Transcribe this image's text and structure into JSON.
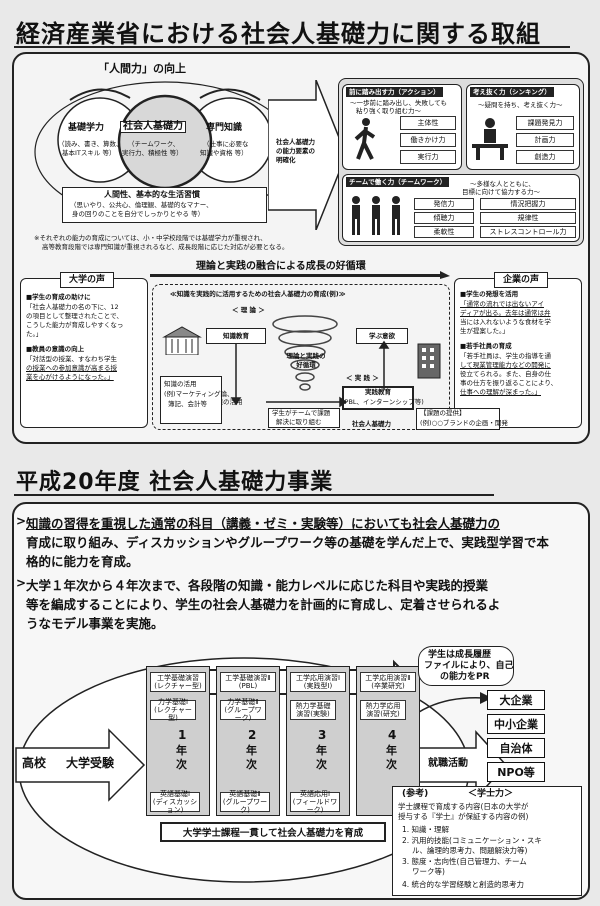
{
  "top": {
    "title": "経済産業省における社会人基礎力に関する取組",
    "ningenryoku": "「人間力」の向上",
    "circle_left": {
      "label": "基礎学力",
      "sub1": "（読み、書き、算数、",
      "sub2": "基本ITスキル 等）"
    },
    "circle_center": {
      "label": "社会人基礎力",
      "sub1": "（チームワーク、",
      "sub2": "実行力、積極性 等）"
    },
    "circle_right": {
      "label": "専門知識",
      "sub1": "（仕事に必要な",
      "sub2": "知識や資格 等）"
    },
    "habit": {
      "label": "人間性、基本的な生活習慣",
      "sub1": "（思いやり、公共心、倫理観、基礎的なマナー、",
      "sub2": "身の回りのことを自分でしっかりとやる 等）"
    },
    "note1": "※それぞれの能力の育成については、小・中学校段階では基礎学力が重視され、",
    "note2": "高等教育段階では専門知識が重視されるなど、成長段階に応じた対応が必要となる。",
    "arrow_text1": "社会人基礎力",
    "arrow_text2": "の能力要素の",
    "arrow_text3": "明確化",
    "action": {
      "head": "前に踏み出す力（アクション）",
      "desc1": "～一歩前に踏み出し、失敗しても",
      "desc2": "粘り強く取り組む力～",
      "items": [
        "主体性",
        "働きかけ力",
        "実行力"
      ]
    },
    "thinking": {
      "head": "考え抜く力（シンキング）",
      "desc": "～疑問を持ち、考え抜く力～",
      "items": [
        "課題発見力",
        "計画力",
        "創造力"
      ]
    },
    "team": {
      "head": "チームで働く力（チームワーク）",
      "desc1": "～多様な人とともに、",
      "desc2": "目標に向けて協力する力～",
      "items": [
        "発信力",
        "傾聴力",
        "柔軟性",
        "情況把握力",
        "規律性",
        "ストレスコントロール力"
      ]
    },
    "cycle_title": "理論と実践の融合による成長の好循環",
    "daigaku": {
      "head": "大学の声",
      "p1_head": "■学生の育成の助けに",
      "p1_l1": "「社会人基礎力の名の下に、12",
      "p1_l2": "の項目として整理されたことで、",
      "p1_l3": "こうした能力が育成しやすくなっ",
      "p1_l4": "た。」",
      "p2_head": "■教員の意識の向上",
      "p2_l1": "「対話型の授業、すなわち学生",
      "p2_l2": "の授業への参加意識が高まる授",
      "p2_l3": "業を心がけるようになった。」"
    },
    "kigyo": {
      "head": "企業の声",
      "p1_head": "■学生の発想を活用",
      "p1_l1": "「通常の流れでは出ないアイ",
      "p1_l2": "ディアが出る。去年は通常は弁",
      "p1_l3": "当には入れないような食材を学",
      "p1_l4": "生が提案した。」",
      "p2_head": "■若手社員の育成",
      "p2_l1": "「若手社員は、学生の指導を通",
      "p2_l2": "して現業管理能力などの開発に",
      "p2_l3": "役立てられる。また、自身の仕",
      "p2_l4": "事の仕方を振り返ることにより、",
      "p2_l5": "仕事への理解が深まった。」"
    },
    "example": {
      "head": "≪知識を実践的に活用するための社会人基礎力の育成(例)≫",
      "riron": "＜ 理 論 ＞",
      "jissen": "＜ 実 践 ＞",
      "chishiki_kyoiku": "知識教育",
      "manabu_iyoku": "学ぶ意欲",
      "vortex1": "理論と実践の",
      "vortex2": "好循環",
      "chishiki_katsuyo": "知識の活用",
      "rei1": "知識の活用",
      "rei2": "(例)マーケティング論、",
      "rei3": "簿記、会計等",
      "team_task1": "学生がチームで課題",
      "team_task2": "解決に取り組む",
      "jissen_kyoiku1": "実践教育",
      "jissen_kyoiku2": "(PBL、インターンシップ等)",
      "shakaijin": "社会人基礎力",
      "kadai1": "【課題の提供】",
      "kadai2": "(例)○○ブランドの企画・開発"
    }
  },
  "bottom": {
    "title": "平成20年度 社会人基礎力事業",
    "bullet1_a": "知識の習得を重視した通常の科目（講義・ゼミ・実験等）においても社会人基礎力の",
    "bullet1_b": "育成に取り組み、ディスカッションやグループワーク等の基礎を学んだ上で、実践型学習で本",
    "bullet1_c": "格的に能力を育成。",
    "bullet2_a": "大学１年次から４年次まで、各段階の知識・能力レベルに応じた科目や実践的授業",
    "bullet2_b": "等を編成することにより、学生の社会人基礎力を計画的に育成し、定着させられるよ",
    "bullet2_c": "うなモデル事業を実施。",
    "koko": "高校",
    "juken": "大学受験",
    "years": [
      {
        "top1": "工学基礎演習",
        "top1b": "(レクチャー型)",
        "top2": "工学基礎演習Ⅱ",
        "top2b": "(PBL)",
        "n": "1",
        "k1": "年",
        "k2": "次",
        "bot": "英語基礎Ⅰ",
        "botb": "(ディスカッション)",
        "kiso": "力学基礎Ⅰ",
        "kisob": "(レクチャー型)"
      },
      {
        "n": "2",
        "k1": "年",
        "k2": "次",
        "kiso": "力学基礎Ⅱ",
        "kisob": "(グループワーク)",
        "bot": "英語基礎Ⅱ",
        "botb": "(グループワーク)"
      },
      {
        "top1": "工学応用演習Ⅰ",
        "top1b": "(実践型Ⅰ)",
        "kiso": "熱力学基礎",
        "kisob": "演習(実験)",
        "n": "3",
        "k1": "年",
        "k2": "次",
        "bot": "英語応用Ⅰ",
        "botb": "(フィールドワーク)"
      },
      {
        "top1": "工学応用演習Ⅱ",
        "top1b": "(卒業研究)",
        "kiso": "熱力学応用",
        "kisob": "演習(研究)",
        "n": "4",
        "k1": "年",
        "k2": "次"
      }
    ],
    "kouji": "大学学士課程一貫して社会人基礎力を育成",
    "bubble1": "学生は成長履歴",
    "bubble2": "ファイルにより、自己",
    "bubble3": "の能力をPR",
    "shushoku": "就職活動",
    "orgs": [
      "大企業",
      "中小企業",
      "自治体",
      "NPO等"
    ],
    "sanko": {
      "head": "(参考)",
      "head2": "＜学士力＞",
      "l1": "学士課程で育成する内容(日本の大学が",
      "l2": "授与する『学士』が保証する内容の例)",
      "items": [
        "1. 知識・理解",
        "2. 汎用的技能(コミュニケーション・スキ",
        "ル、論理的思考力、問題解決力等)",
        "3. 態度・志向性(自己管理力、チーム",
        "ワーク等)",
        "4. 統合的な学習経験と創造的思考力"
      ]
    }
  }
}
